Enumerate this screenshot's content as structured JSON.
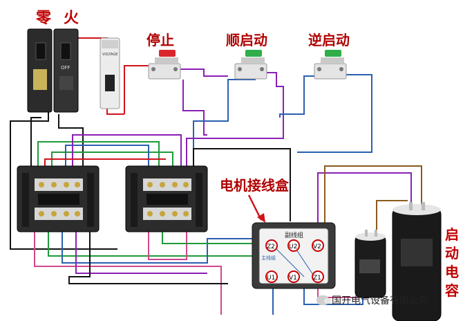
{
  "labels": {
    "neutral": "零",
    "live": "火",
    "stop": "停止",
    "forward_start": "顺启动",
    "reverse_start": "逆启动",
    "motor_box": "电机接线盒",
    "start_cap": "启动电容",
    "watermark": "国开电气设备有限公司"
  },
  "motor_box": {
    "title": "副线组",
    "main_winding": "主线组",
    "terminals": [
      "Z2",
      "U2",
      "V2",
      "U1",
      "V1",
      "Z1"
    ]
  },
  "devices": {
    "breaker_text": "OFF",
    "surge_brand": "VOLTAGE"
  },
  "colors": {
    "red_wire": "#d0121b",
    "purple_wire": "#8a1fb5",
    "blue_wire": "#2a5fb0",
    "green_wire": "#1f9a3a",
    "black_wire": "#111111",
    "brown_wire": "#8b5a1e",
    "pink_wire": "#d0478a",
    "label_red": "#c00000"
  }
}
